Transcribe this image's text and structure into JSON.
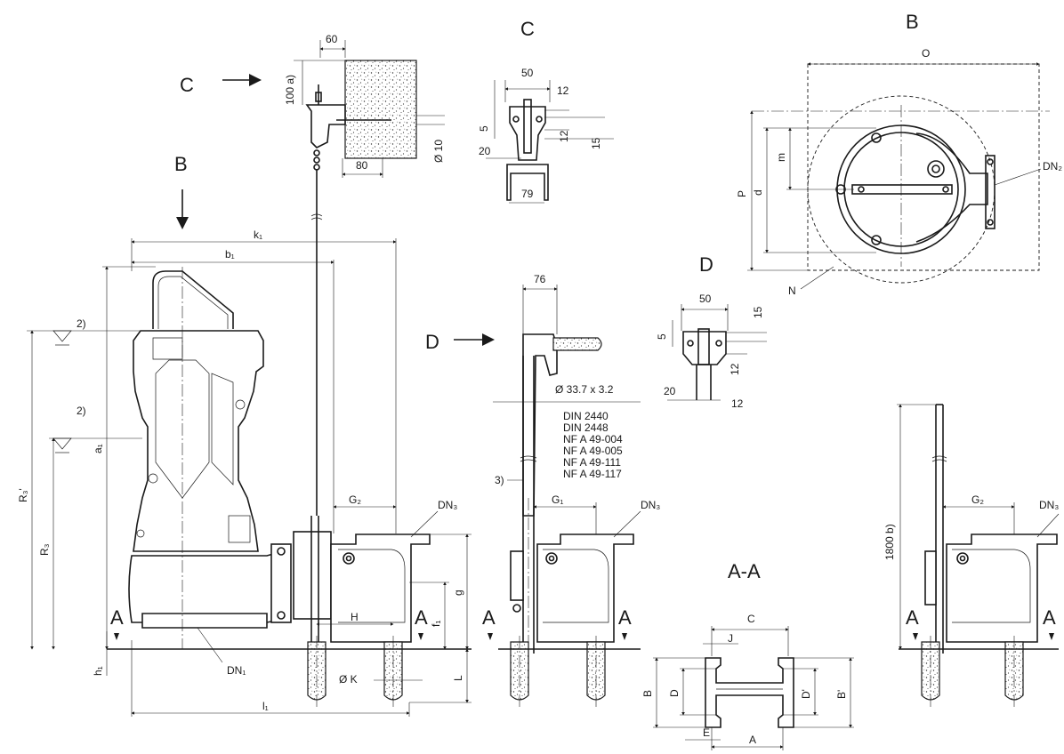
{
  "views": {
    "C_label_top": "C",
    "C_label_arrow": "C",
    "B_label_top": "B",
    "B_label_arrow": "B",
    "D_label_small": "D",
    "D_label_arrow": "D",
    "AA_label": "A-A"
  },
  "dims": {
    "c_60": "60",
    "c_100a": "100 a)",
    "c_dia10": "Ø 10",
    "c_80": "80",
    "cd_50": "50",
    "cd_12a": "12",
    "cd_5": "5",
    "cd_12b": "12",
    "cd_15": "15",
    "cd_20": "20",
    "cd_79": "79",
    "b_O": "O",
    "b_P": "P",
    "b_d": "d",
    "b_m": "m",
    "b_DN2": "DN₂",
    "b_N": "N",
    "d_76": "76",
    "d_50": "50",
    "d_15": "15",
    "d_5": "5",
    "d_20": "20",
    "d_12a": "12",
    "d_12b": "12",
    "pipe_dia": "Ø 33.7  x 3.2",
    "std1": "DIN  2440",
    "std2": "DIN  2448",
    "std3": "NF  A  49-004",
    "std4": "NF  A  49-005",
    "std5": "NF  A  49-111",
    "std6": "NF  A  49-117",
    "note3": "3)",
    "k1": "k₁",
    "b1": "b₁",
    "a1": "a₁",
    "R3p": "R₃'",
    "R3": "R₃",
    "h1": "h₁",
    "l1": "l₁",
    "DN1": "DN₁",
    "G2": "G₂",
    "DN3a": "DN₃",
    "H": "H",
    "dK": "Ø K",
    "f1": "f₁",
    "g": "g",
    "L": "L",
    "note2a": "2)",
    "note2b": "2)",
    "G1": "G₁",
    "DN3b": "DN₃",
    "G2b": "G₂",
    "DN3c": "DN₃",
    "h1800": "1800  b)",
    "secA": "A",
    "aa_C": "C",
    "aa_J": "J",
    "aa_B": "B",
    "aa_D": "D",
    "aa_Dp": "D'",
    "aa_Bp": "B'",
    "aa_E": "E",
    "aa_A": "A"
  }
}
